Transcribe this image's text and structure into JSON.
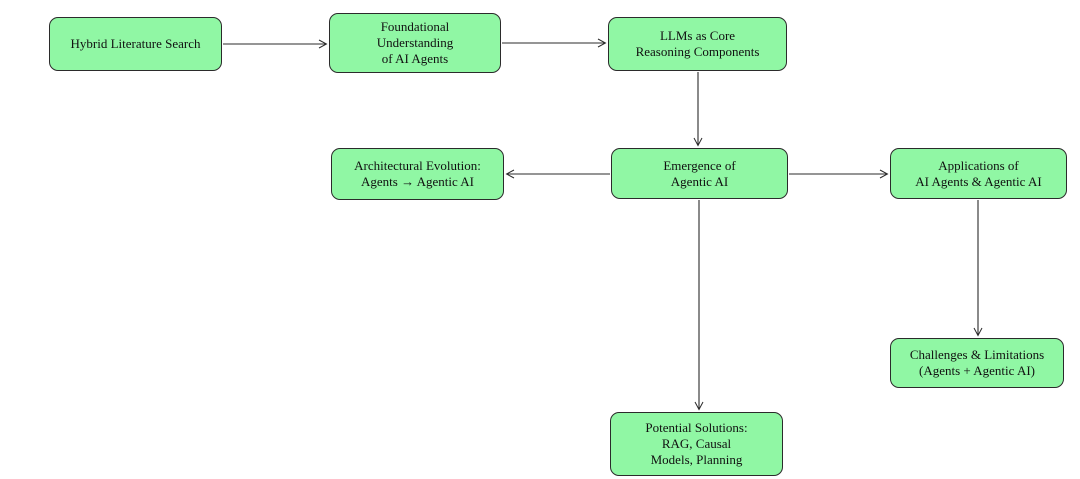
{
  "diagram": {
    "type": "flowchart",
    "colors": {
      "background": "#ffffff",
      "node_fill": "#90f7a4",
      "node_border": "#2b2b2b",
      "arrow": "#2b2b2b",
      "text": "#111111"
    },
    "nodes": {
      "hybrid": {
        "id": "hybrid-literature-search",
        "lines": [
          "Hybrid Literature Search"
        ]
      },
      "foundational": {
        "id": "foundational-understanding-of-ai-agents",
        "lines": [
          "Foundational",
          "Understanding",
          "of AI Agents"
        ]
      },
      "llms": {
        "id": "llms-as-core-reasoning-components",
        "lines": [
          "LLMs as Core",
          "Reasoning Components"
        ]
      },
      "architectural": {
        "id": "architectural-evolution",
        "lines": [
          "Architectural Evolution:",
          "Agents → Agentic AI"
        ]
      },
      "emergence": {
        "id": "emergence-of-agentic-ai",
        "lines": [
          "Emergence of",
          "Agentic AI"
        ]
      },
      "applications": {
        "id": "applications-of-ai-agents-and-agentic-ai",
        "lines": [
          "Applications of",
          "AI Agents & Agentic AI"
        ]
      },
      "challenges": {
        "id": "challenges-and-limitations",
        "lines": [
          "Challenges & Limitations",
          "(Agents + Agentic AI)"
        ]
      },
      "potential": {
        "id": "potential-solutions",
        "lines": [
          "Potential Solutions:",
          "RAG, Causal",
          "Models, Planning"
        ]
      }
    },
    "edges": [
      {
        "from": "hybrid-literature-search",
        "to": "foundational-understanding-of-ai-agents",
        "direction": "right"
      },
      {
        "from": "foundational-understanding-of-ai-agents",
        "to": "llms-as-core-reasoning-components",
        "direction": "right"
      },
      {
        "from": "llms-as-core-reasoning-components",
        "to": "emergence-of-agentic-ai",
        "direction": "down"
      },
      {
        "from": "emergence-of-agentic-ai",
        "to": "architectural-evolution",
        "direction": "left"
      },
      {
        "from": "emergence-of-agentic-ai",
        "to": "applications-of-ai-agents-and-agentic-ai",
        "direction": "right"
      },
      {
        "from": "emergence-of-agentic-ai",
        "to": "potential-solutions",
        "direction": "down"
      },
      {
        "from": "applications-of-ai-agents-and-agentic-ai",
        "to": "challenges-and-limitations",
        "direction": "down"
      }
    ]
  }
}
